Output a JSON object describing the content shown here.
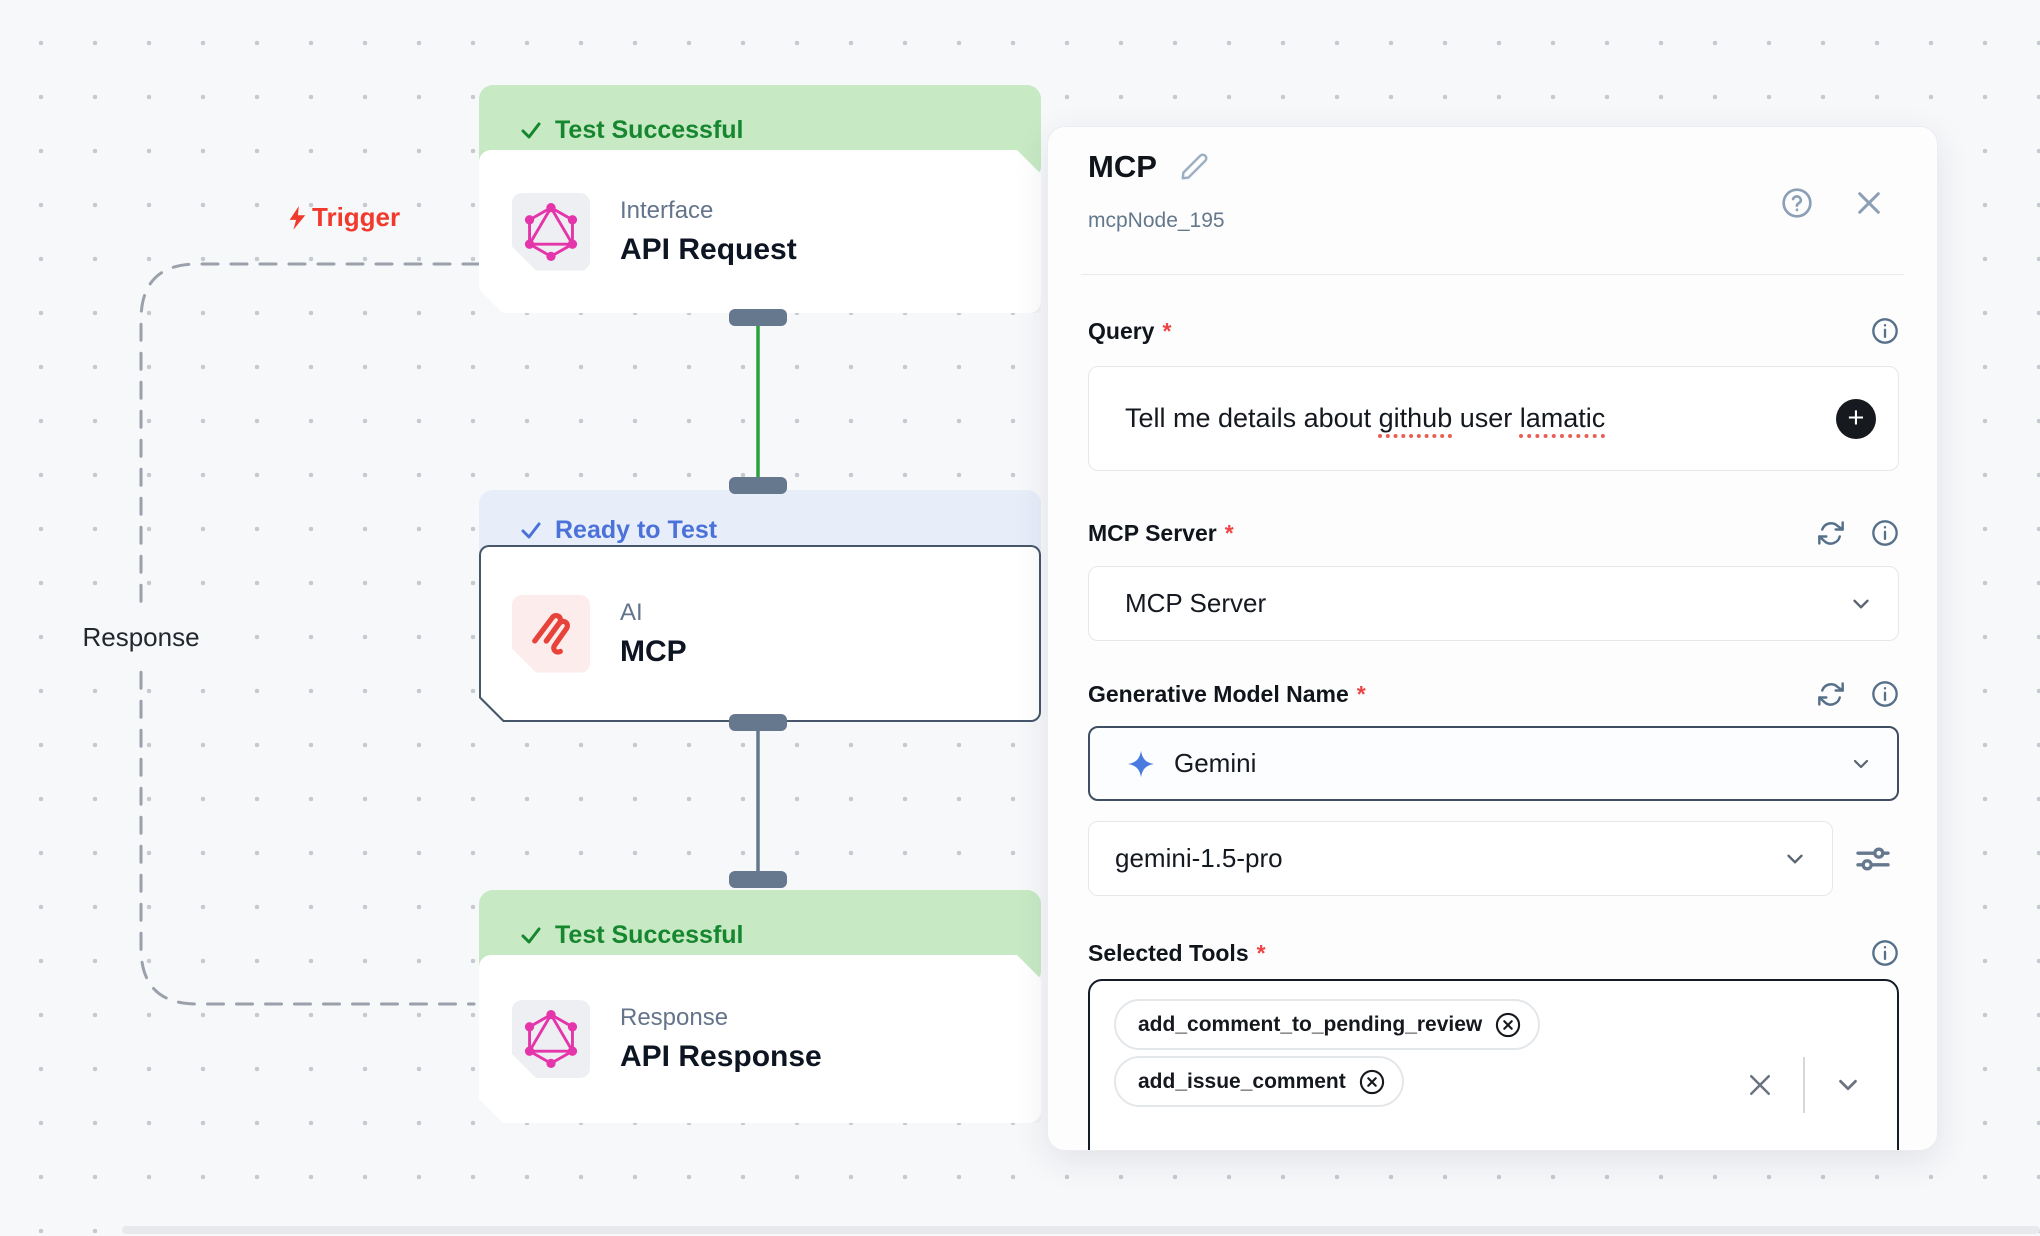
{
  "canvas": {
    "trigger_label": "Trigger",
    "response_label": "Response",
    "nodes": [
      {
        "status": "Test Successful",
        "category": "Interface",
        "title": "API Request",
        "icon": "graphql-icon"
      },
      {
        "status": "Ready to Test",
        "category": "AI",
        "title": "MCP",
        "icon": "mcp-icon"
      },
      {
        "status": "Test Successful",
        "category": "Response",
        "title": "API Response",
        "icon": "graphql-icon"
      }
    ]
  },
  "panel": {
    "title": "MCP",
    "subtitle": "mcpNode_195",
    "required_marker": "*",
    "query": {
      "label": "Query",
      "parts": [
        "Tell me details about ",
        "github",
        " user ",
        "lamatic"
      ],
      "add_button_glyph": "+"
    },
    "mcp_server": {
      "label": "MCP Server",
      "value": "MCP Server"
    },
    "model": {
      "label": "Generative Model Name",
      "provider": "Gemini",
      "name": "gemini-1.5-pro"
    },
    "tools": {
      "label": "Selected Tools",
      "tags": [
        "add_comment_to_pending_review",
        "add_issue_comment"
      ]
    }
  },
  "icons": {
    "check": "checkmark",
    "bolt": "lightning-bolt",
    "pencil": "edit-pencil",
    "help": "question-circle",
    "close": "x",
    "info": "info-circle",
    "refresh": "refresh-arrows",
    "chevron_down": "chevron-down",
    "sliders": "filter-sliders",
    "sparkle": "gemini-sparkle",
    "tag_remove": "x-circle",
    "graphql": "graphql-logo",
    "mcp": "mcp-logo"
  },
  "colors": {
    "success_bg": "#c7e9c3",
    "success_text": "#16862f",
    "ready_bg": "#e8edfa",
    "ready_text": "#4a72d8",
    "trigger_red": "#f1392c",
    "graphql_pink": "#e535ab",
    "mcp_red": "#e8433b",
    "edge_green": "#2aa23c",
    "edge_gray": "#6a7a90",
    "gemini_blue": "#4a7ae0",
    "required_red": "#ef4444"
  }
}
